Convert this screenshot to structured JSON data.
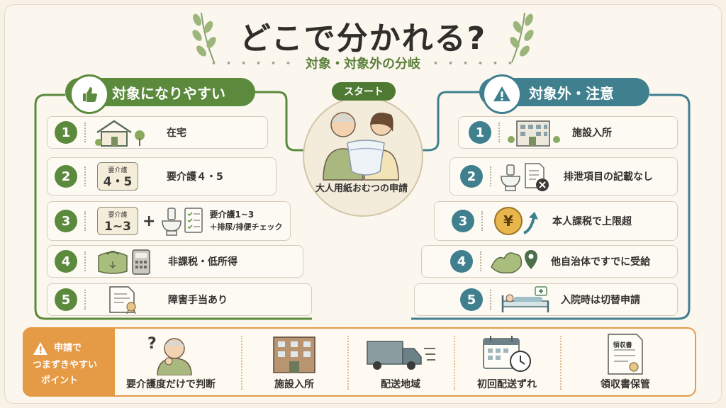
{
  "title": "どこで分かれる?",
  "subtitle": "対象・対象外の分岐",
  "left_header": "対象になりやすい",
  "right_header": "対象外・注意",
  "start_label": "スタート",
  "center_label": "大人用紙おむつの申請",
  "left_items": [
    {
      "num": "1",
      "label": "在宅"
    },
    {
      "num": "2",
      "label": "要介護４・5",
      "badge_top": "要介護",
      "badge_main": "4・5"
    },
    {
      "num": "3",
      "label": "要介護1~3",
      "label_sub": "＋排尿/排便チェック",
      "badge_top": "要介護",
      "badge_main": "1~3",
      "plus": "+"
    },
    {
      "num": "4",
      "label": "非課税・低所得"
    },
    {
      "num": "5",
      "label": "障害手当あり"
    }
  ],
  "right_items": [
    {
      "num": "1",
      "label": "施設入所"
    },
    {
      "num": "2",
      "label": "排泄項目の記載なし"
    },
    {
      "num": "3",
      "label": "本人課税で上限超"
    },
    {
      "num": "4",
      "label": "他自治体ですでに受給"
    },
    {
      "num": "5",
      "label": "入院時は切替申請"
    }
  ],
  "bottom": {
    "tag_line1": "申請で",
    "tag_line2": "つまずきやすい",
    "tag_line3": "ポイント",
    "items": [
      {
        "label": "要介護度だけで判断"
      },
      {
        "label": "施設入所"
      },
      {
        "label": "配送地域"
      },
      {
        "label": "初回配送ずれ"
      },
      {
        "label": "領収書保管",
        "doc_text": "領収書"
      }
    ]
  },
  "colors": {
    "green": "#5b8a3c",
    "teal": "#3f7f8e",
    "orange": "#e59a45"
  }
}
